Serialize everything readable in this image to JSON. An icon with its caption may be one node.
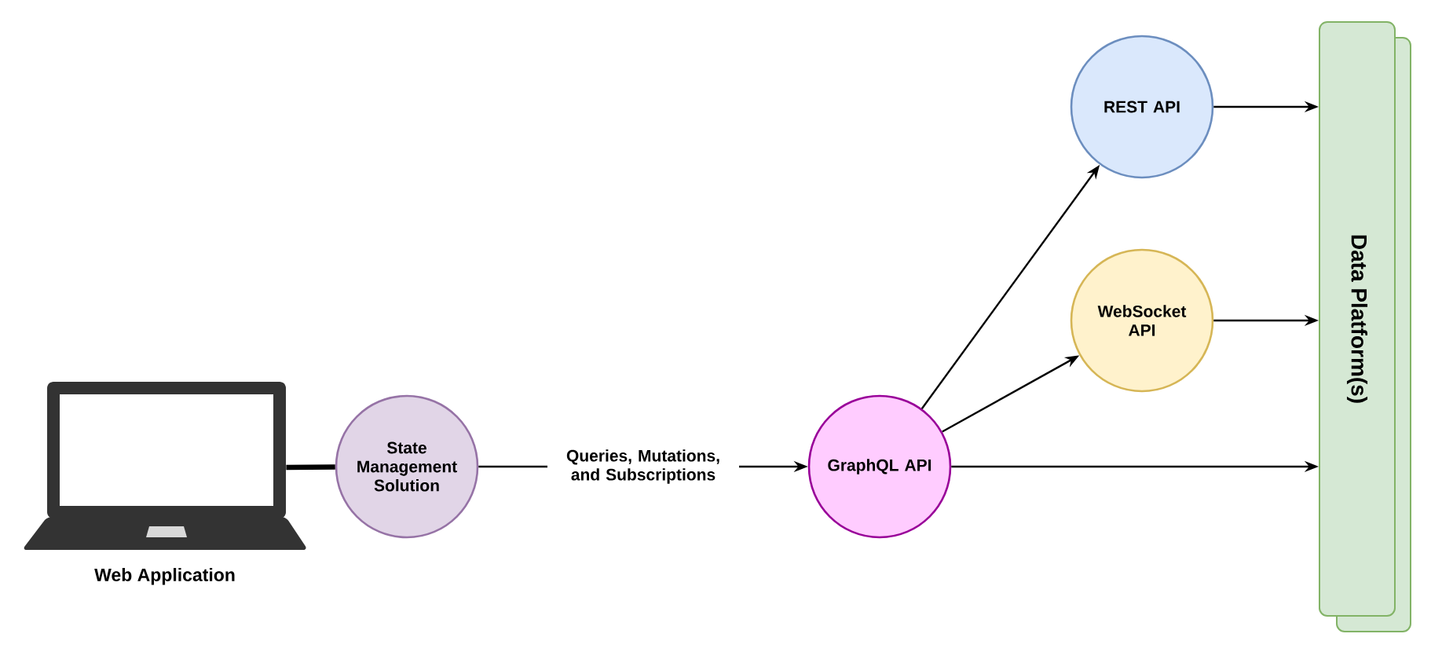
{
  "diagram": {
    "nodes": [
      {
        "text": [
          "Web Application"
        ]
      },
      {
        "text": [
          "State Management Solution"
        ]
      },
      {
        "text": [
          "GraphQL API"
        ]
      },
      {
        "text": [
          "REST API"
        ]
      },
      {
        "text": [
          "WebSocket API"
        ]
      },
      {
        "text": [
          "Data Platform(s)"
        ]
      }
    ],
    "edges": [
      {
        "from": 0,
        "to": 1,
        "arrow": "none",
        "style": "thick"
      },
      {
        "from": 1,
        "to": 2,
        "arrow": "to",
        "label": "Queries, Mutations, and Subscriptions"
      },
      {
        "from": 2,
        "to": 3,
        "arrow": "to"
      },
      {
        "from": 2,
        "to": 4,
        "arrow": "to"
      },
      {
        "from": 2,
        "to": 5,
        "arrow": "to"
      },
      {
        "from": 3,
        "to": 5,
        "arrow": "to"
      },
      {
        "from": 4,
        "to": 5,
        "arrow": "to"
      }
    ]
  }
}
